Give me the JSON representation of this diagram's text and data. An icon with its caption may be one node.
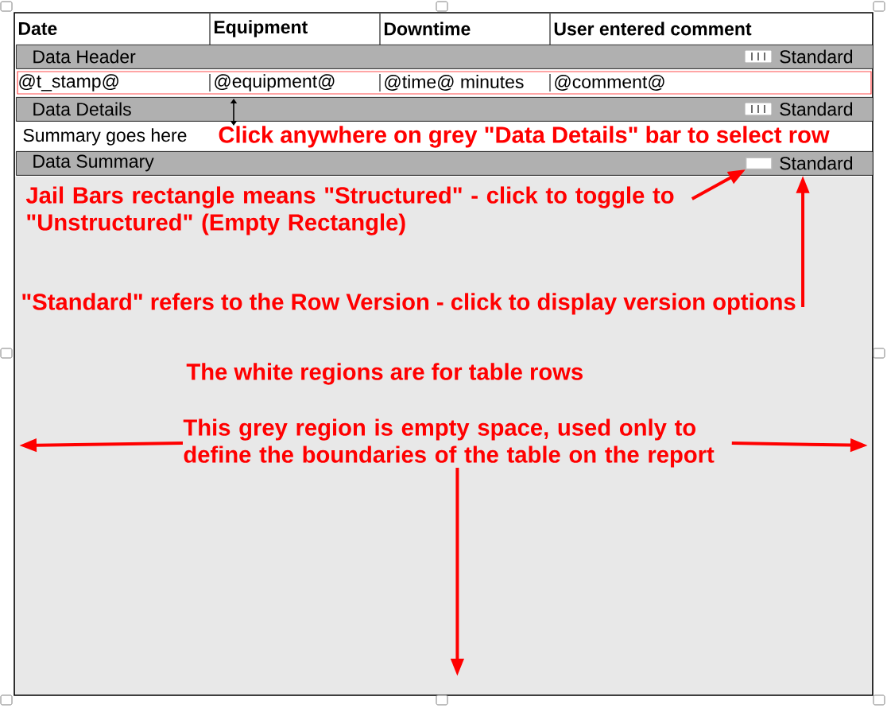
{
  "diagram": {
    "nodes": [
      {
        "text": [
          "Data Header",
          "Standard"
        ]
      },
      {
        "text": [
          "Data Details",
          "Standard"
        ]
      },
      {
        "text": [
          "Data Summary",
          "Standard"
        ]
      },
      {
        "text": [],
        "shape": "box",
        "in": 2
      },
      {
        "text": [
          "Jail Bars rectangle means \"Structured\"  - click to toggle to \"Unstructured\" (Empty Rectangle)"
        ]
      },
      {
        "text": [
          "\"Standard\" refers to the Row Version - click to display version options"
        ]
      },
      {
        "text": [
          "This grey region is empty space, used only to define the boundaries of the table on the report"
        ]
      }
    ],
    "edges": [
      {
        "from": 4,
        "to": 3,
        "arrow": "to"
      },
      {
        "from": 5,
        "to": 2,
        "arrow": "to"
      },
      {
        "from": 6,
        "to": null,
        "arrow": "to"
      },
      {
        "from": 6,
        "to": null,
        "arrow": "to"
      },
      {
        "from": 6,
        "to": null,
        "arrow": "to"
      }
    ],
    "labels": [
      "Date",
      "Equipment",
      "Downtime",
      "User entered comment",
      "@t_stamp@",
      "@equipment@",
      "@time@ minutes",
      "@comment@",
      "Summary goes here",
      "Click anywhere on grey \"Data Details\"  bar to select row",
      "The white regions are for table rows"
    ]
  }
}
